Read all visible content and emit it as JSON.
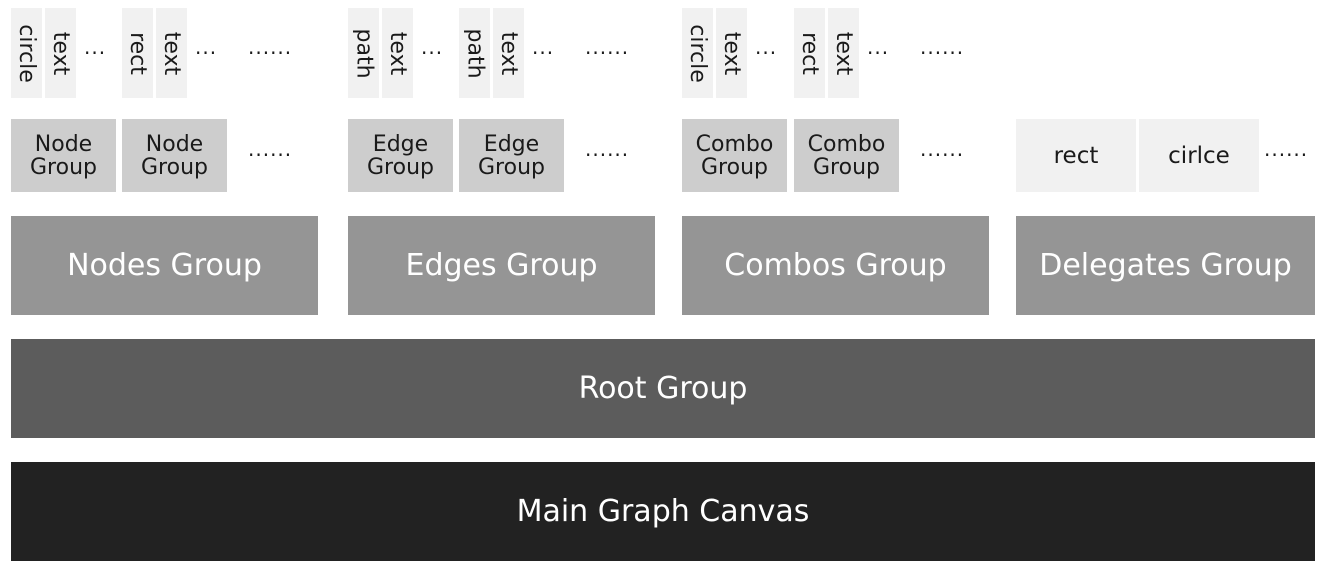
{
  "main_canvas": {
    "label": "Main Graph Canvas"
  },
  "root_group": {
    "label": "Root Group"
  },
  "layers": {
    "nodes": "Nodes Group",
    "edges": "Edges Group",
    "combos": "Combos Group",
    "delegates": "Delegates Group"
  },
  "item_groups": {
    "node": {
      "line1": "Node",
      "line2": "Group"
    },
    "edge": {
      "line1": "Edge",
      "line2": "Group"
    },
    "combo": {
      "line1": "Combo",
      "line2": "Group"
    }
  },
  "delegates": {
    "item1": "rect",
    "item2": "cirlce"
  },
  "shapes": {
    "circle": "circle",
    "rect": "rect",
    "path": "path",
    "text": "text"
  },
  "ellipsis_short": "...",
  "ellipsis_long": "......"
}
